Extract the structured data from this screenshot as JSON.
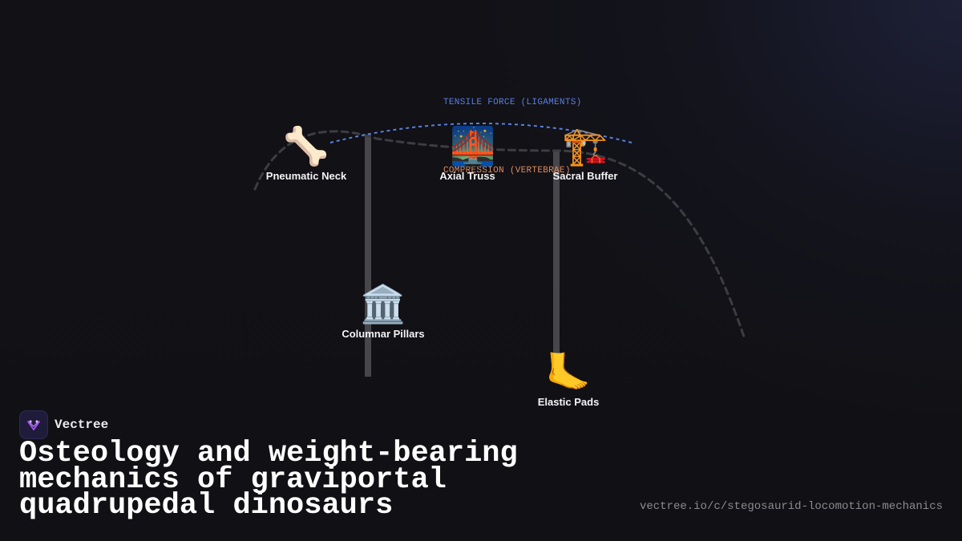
{
  "brand": {
    "name": "Vectree"
  },
  "title": "Osteology and weight-bearing mechanics of graviportal quadrupedal dinosaurs",
  "url": "vectree.io/c/stegosaurid-locomotion-mechanics",
  "forces": {
    "tension": "TENSILE FORCE (LIGAMENTS)",
    "compression": "COMPRESSION (VERTEBRAE)"
  },
  "nodes": [
    {
      "id": "pneumatic-neck",
      "label": "Pneumatic Neck",
      "icon": "bone-icon",
      "emoji": "🦴"
    },
    {
      "id": "axial-truss",
      "label": "Axial Truss",
      "icon": "bridge-icon",
      "emoji": "🌉"
    },
    {
      "id": "sacral-buffer",
      "label": "Sacral Buffer",
      "icon": "crane-icon",
      "emoji": "🏗️"
    },
    {
      "id": "columnar-pillars",
      "label": "Columnar Pillars",
      "icon": "classical-building-icon",
      "emoji": "🏛️"
    },
    {
      "id": "elastic-pads",
      "label": "Elastic Pads",
      "icon": "foot-icon",
      "emoji": "🦶"
    }
  ],
  "colors": {
    "background": "#111116",
    "tension": "#5b7fe0",
    "compression": "#e08a5b",
    "spine": "#3c3c42",
    "pillar": "#46464b",
    "logo_accent": "#a855f7"
  }
}
